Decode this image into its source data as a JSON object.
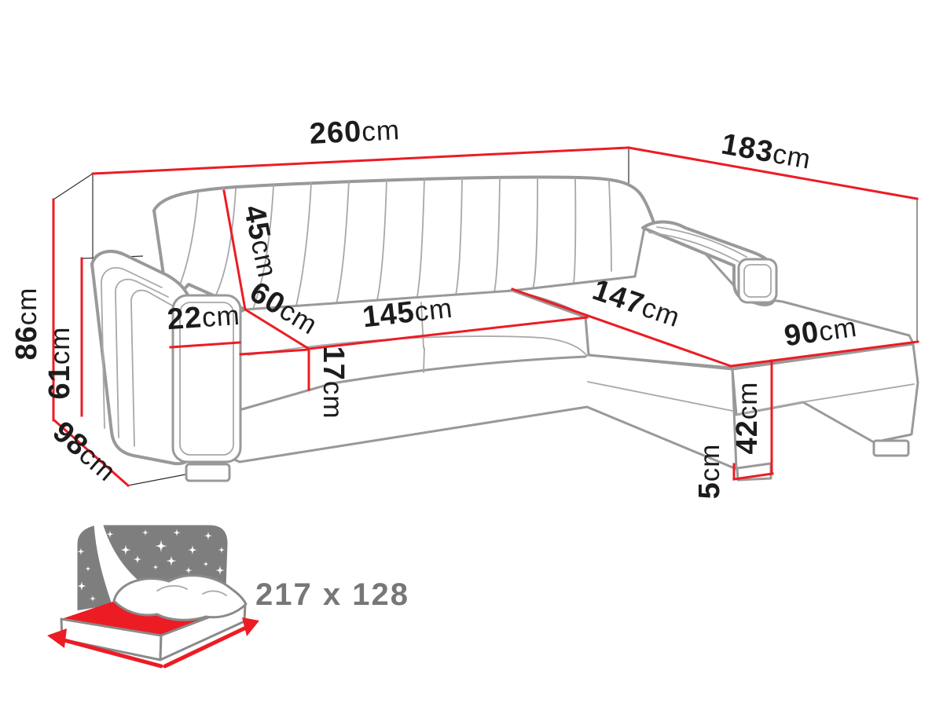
{
  "diagram_type": "sofa-dimension-diagram",
  "dimensions": {
    "total_width": {
      "value": "260",
      "unit": "cm"
    },
    "total_depth": {
      "value": "183",
      "unit": "cm"
    },
    "total_height": {
      "value": "86",
      "unit": "cm"
    },
    "armrest_height": {
      "value": "61",
      "unit": "cm"
    },
    "backrest_height": {
      "value": "45",
      "unit": "cm"
    },
    "seat_depth": {
      "value": "60",
      "unit": "cm"
    },
    "armrest_width": {
      "value": "22",
      "unit": "cm"
    },
    "cushion_thickness": {
      "value": "17",
      "unit": "cm"
    },
    "seat_width": {
      "value": "145",
      "unit": "cm"
    },
    "chaise_length": {
      "value": "147",
      "unit": "cm"
    },
    "chaise_width": {
      "value": "90",
      "unit": "cm"
    },
    "seat_height": {
      "value": "42",
      "unit": "cm"
    },
    "leg_height": {
      "value": "5",
      "unit": "cm"
    },
    "side_depth": {
      "value": "98",
      "unit": "cm"
    }
  },
  "sleeping_area": {
    "label": "217 x 128"
  },
  "colors": {
    "dimension_red": "#ec1c24",
    "sofa_outline_gray": "#999999",
    "detail_gray": "#a8a8a8",
    "text_black": "#1c1c1c",
    "icon_gray": "#7e7e7e",
    "sleeping_label_gray": "#777777"
  }
}
